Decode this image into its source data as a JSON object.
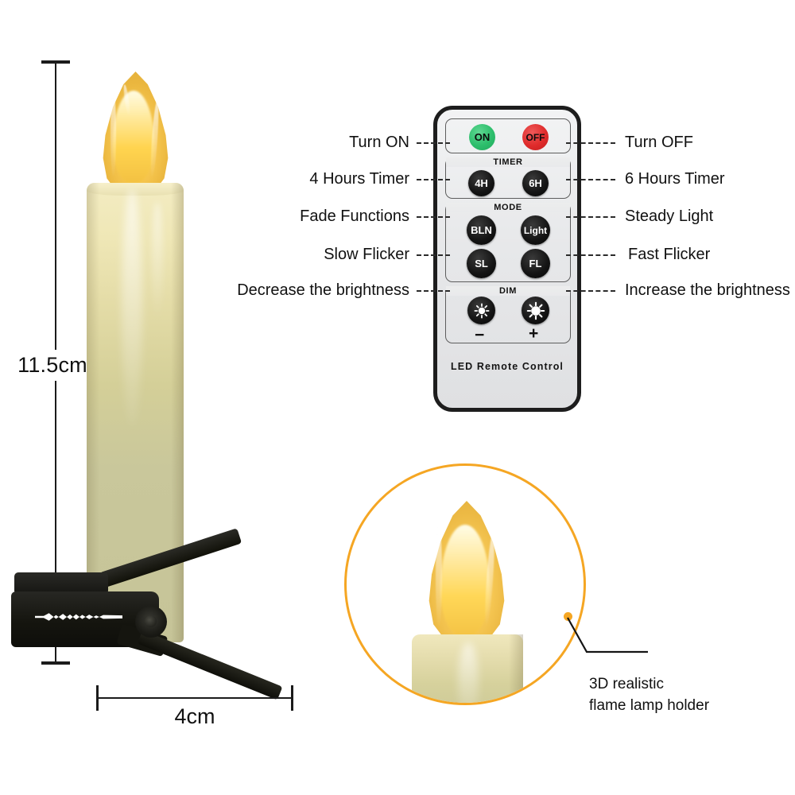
{
  "product": {
    "dimensions": {
      "height_label": "11.5cm",
      "width_label": "4cm"
    }
  },
  "remote": {
    "brand_text": "LED Remote Control",
    "groups": [
      {
        "name": "power",
        "label": ""
      },
      {
        "name": "timer",
        "label": "TIMER"
      },
      {
        "name": "mode",
        "label": "MODE"
      },
      {
        "name": "dim",
        "label": "DIM"
      }
    ],
    "buttons": {
      "on": "ON",
      "off": "OFF",
      "timer_4h": "4H",
      "timer_6h": "6H",
      "mode_bln": "BLN",
      "mode_light": "Light",
      "mode_sl": "SL",
      "mode_fl": "FL",
      "dim_down_sign": "−",
      "dim_up_sign": "+"
    },
    "colors": {
      "on_button": "#2dbe6c",
      "off_button": "#df2b2b",
      "button_dark": "#141414",
      "body": "#e7e8ea",
      "border": "#1d1d1d"
    }
  },
  "callouts": {
    "left": [
      {
        "text": "Turn ON",
        "target": "on"
      },
      {
        "text": "4 Hours Timer",
        "target": "timer_4h"
      },
      {
        "text": "Fade Functions",
        "target": "mode_bln"
      },
      {
        "text": "Slow Flicker",
        "target": "mode_sl"
      },
      {
        "text": "Decrease the brightness",
        "target": "dim_down"
      }
    ],
    "right": [
      {
        "text": "Turn OFF",
        "target": "off"
      },
      {
        "text": "6 Hours Timer",
        "target": "timer_6h"
      },
      {
        "text": "Steady Light",
        "target": "mode_light"
      },
      {
        "text": "Fast Flicker",
        "target": "mode_fl"
      },
      {
        "text": "Increase the brightness",
        "target": "dim_up"
      }
    ]
  },
  "magnifier": {
    "callout_line1": "3D realistic",
    "callout_line2": "flame lamp holder",
    "ring_color": "#f5a623"
  }
}
